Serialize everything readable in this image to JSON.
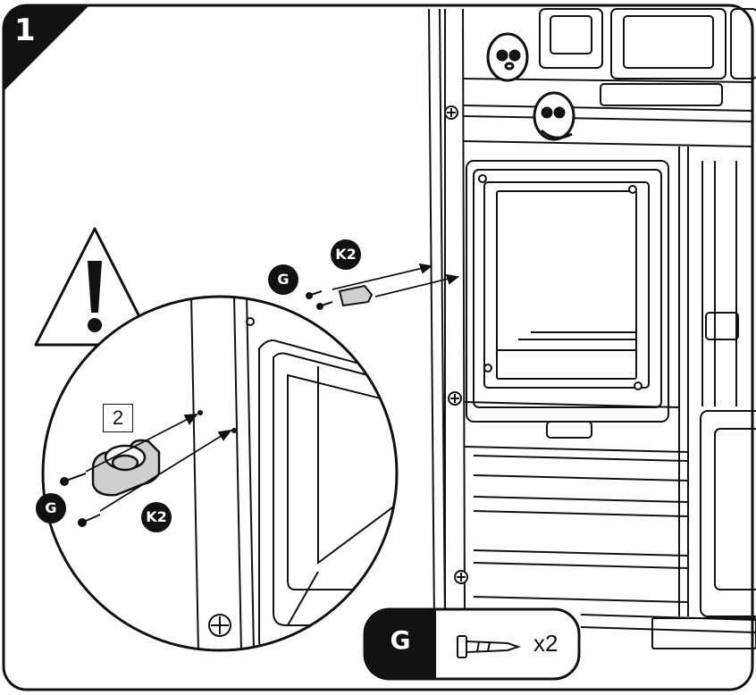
{
  "step": {
    "number": "1"
  },
  "callouts": {
    "main_g": "G",
    "main_k2": "K2",
    "zoom_g": "G",
    "zoom_k2": "K2",
    "zoom_box": "2"
  },
  "parts_list": {
    "letter": "G",
    "count": "x2",
    "icon": "screw-icon"
  },
  "warning": {
    "icon": "warning-triangle-icon"
  },
  "colors": {
    "ink": "#111111",
    "paper": "#ffffff",
    "shade": "#cfcfcf"
  }
}
